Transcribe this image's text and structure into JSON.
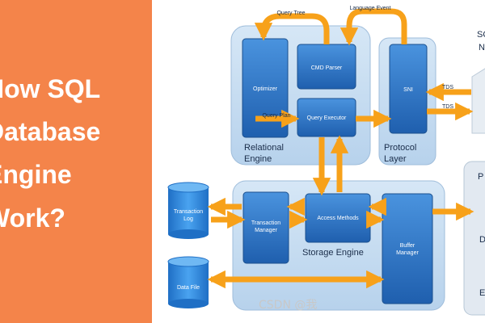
{
  "title": {
    "lines": [
      "How SQL",
      "Database",
      "Engine",
      "Work?"
    ]
  },
  "diagram": {
    "arrow_labels": {
      "query_tree": "Query Tree",
      "language_event": "Language Event",
      "query_plan": "Query Plan",
      "tds_in": "TDS",
      "tds_out": "TDS"
    },
    "components": {
      "optimizer": "Optimizer",
      "cmd_parser": "CMD Parser",
      "query_executor": "Query Executor",
      "sni": "SNI",
      "transaction_manager": [
        "Transaction",
        "Manager"
      ],
      "access_methods": "Access Methods",
      "buffer_manager": [
        "Buffer",
        "Manager"
      ],
      "transaction_log": [
        "Transaction",
        "Log"
      ],
      "data_file": "Data File"
    },
    "group_labels": {
      "relational_engine": [
        "Relational",
        "Engine"
      ],
      "protocol_layer": [
        "Protocol",
        "Layer"
      ],
      "storage_engine": "Storage Engine"
    },
    "right_edge_fragments": {
      "top": [
        "SQ",
        "N"
      ],
      "middle": [
        "P",
        "D"
      ],
      "bottom": "E"
    }
  },
  "watermark": "CSDN @我",
  "colors": {
    "left_panel": "#f4844a",
    "component": "#2e75c8",
    "arrow": "#f7a11a",
    "group_bg": "#c6dcef"
  }
}
